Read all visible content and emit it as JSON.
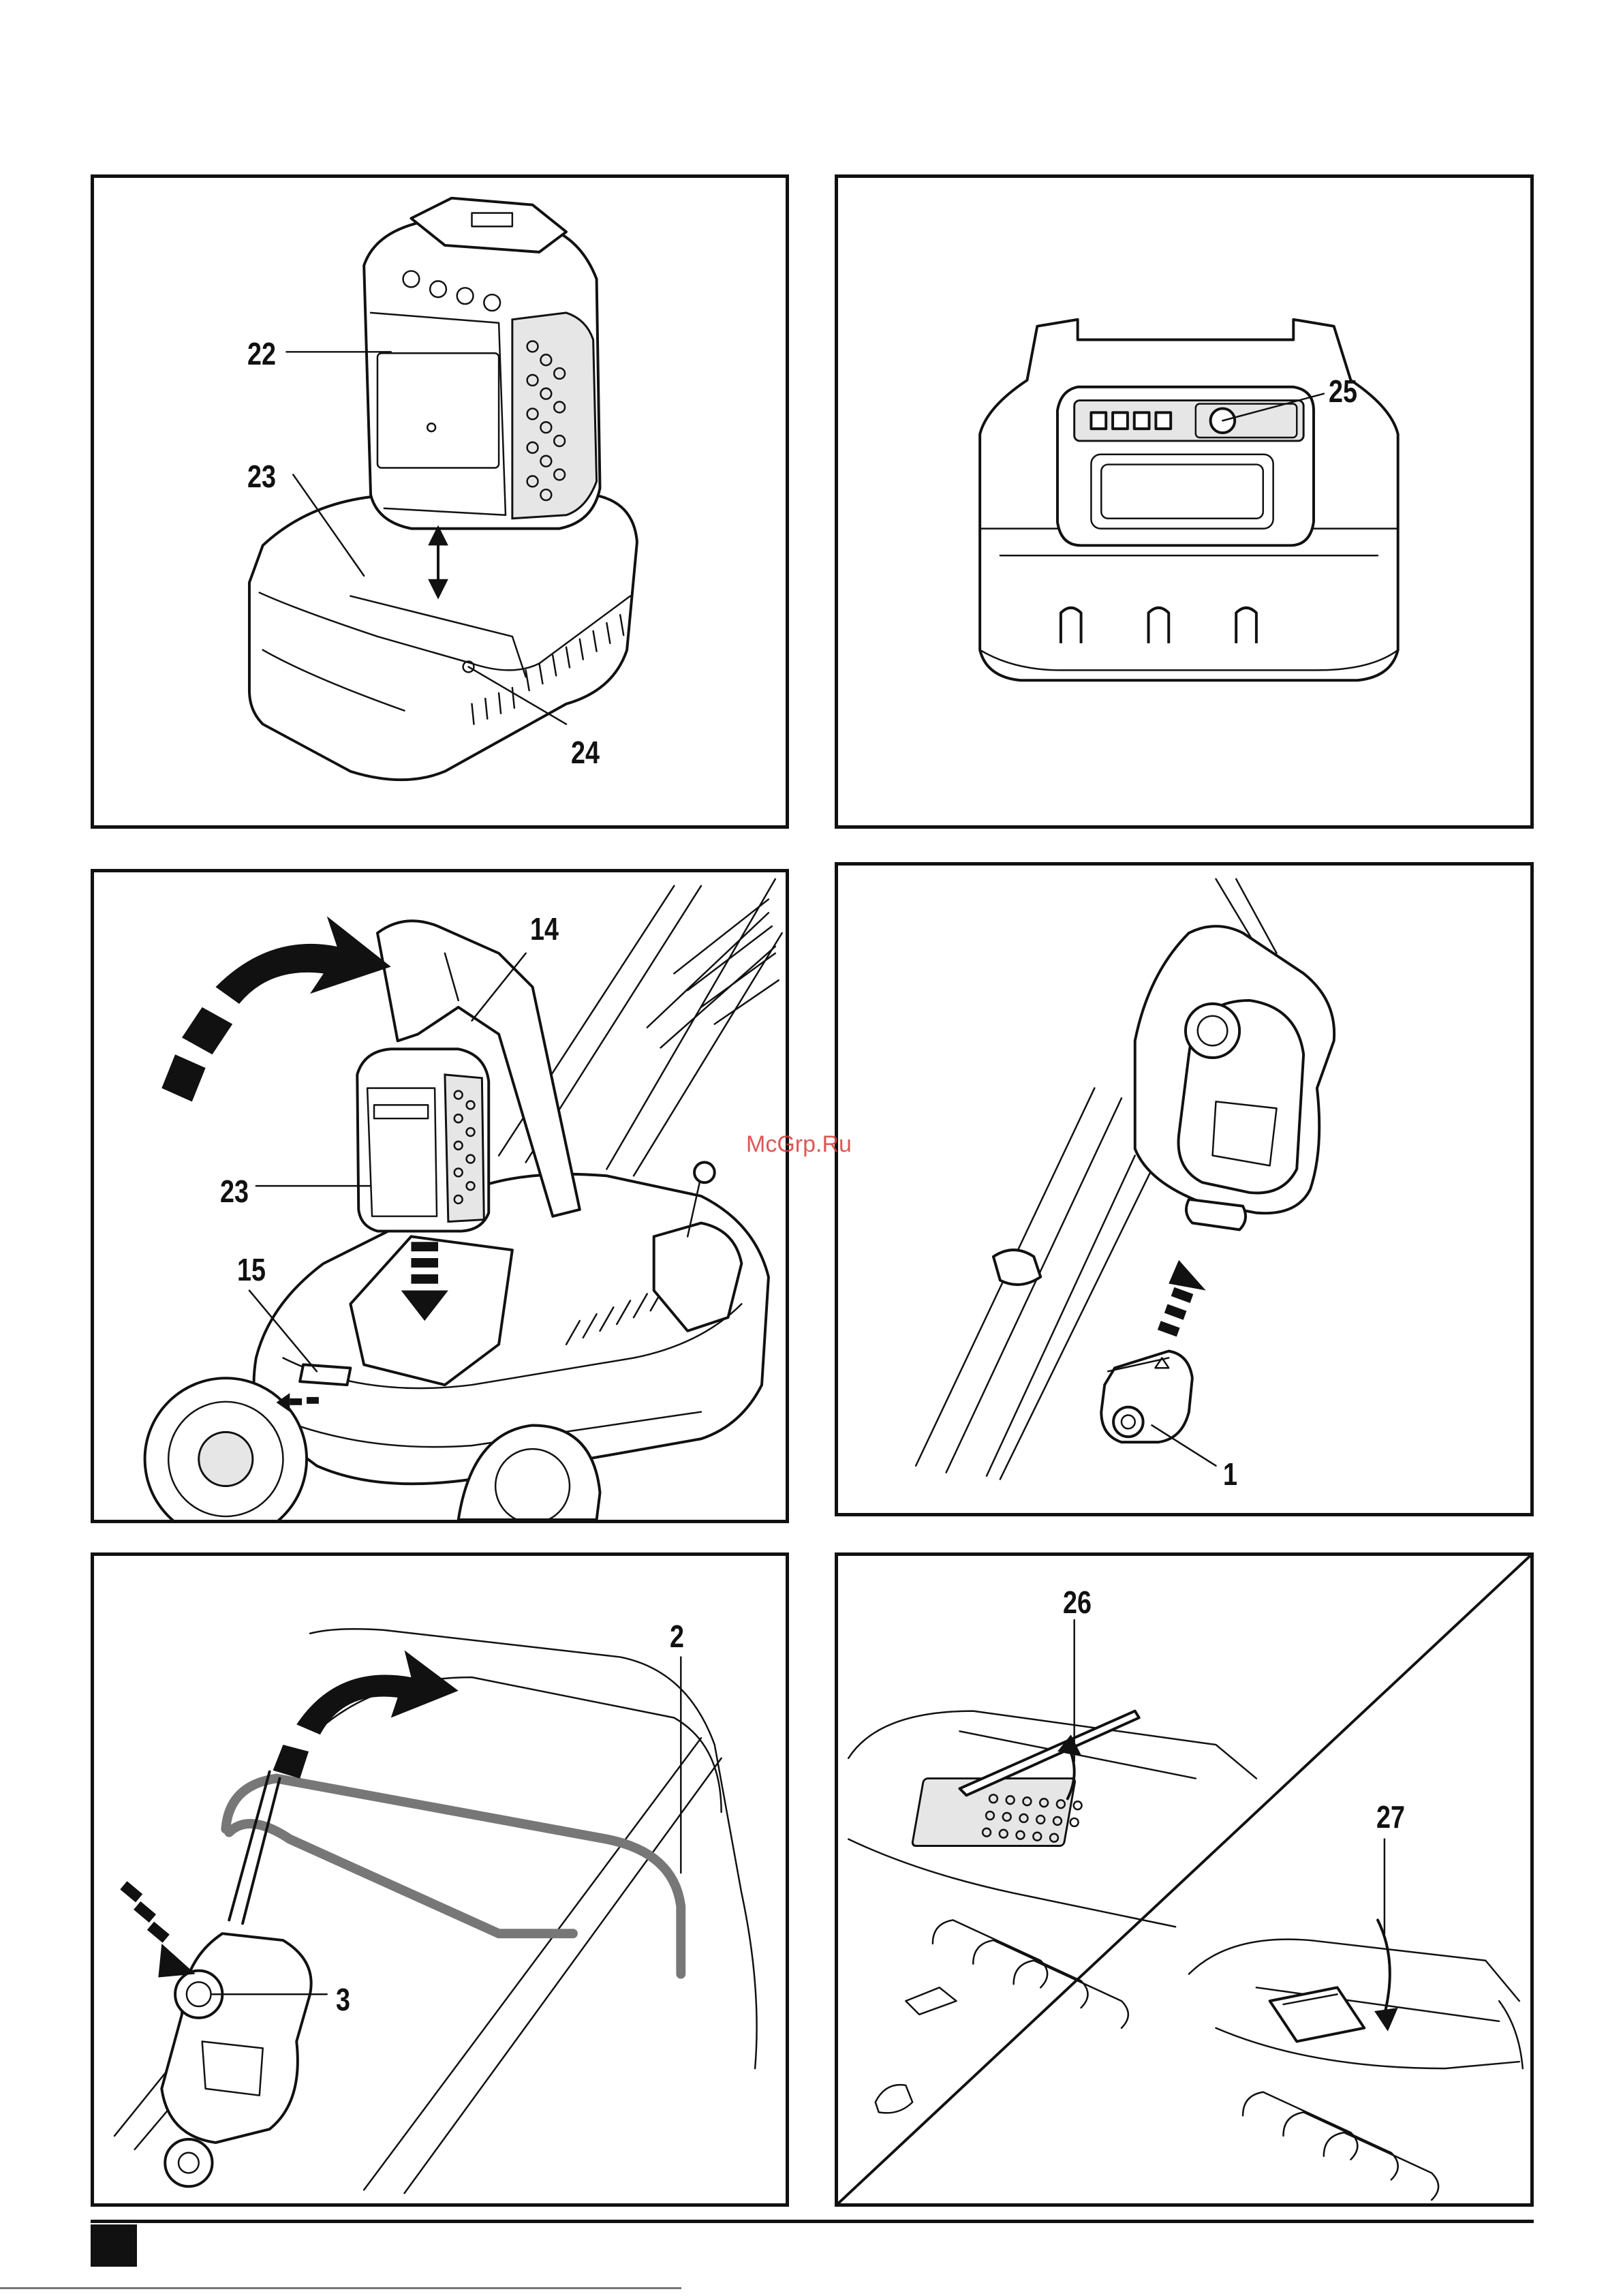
{
  "figures": [
    {
      "id": "fig1",
      "labels": [
        "22",
        "23",
        "24"
      ],
      "icon": "battery-on-charger"
    },
    {
      "id": "fig2",
      "labels": [
        "25"
      ],
      "icon": "battery-charge-indicator"
    },
    {
      "id": "fig3",
      "labels": [
        "14",
        "23",
        "15"
      ],
      "icon": "battery-inserted-in-mower"
    },
    {
      "id": "fig4",
      "labels": [
        "1"
      ],
      "icon": "safety-key-insert"
    },
    {
      "id": "fig5",
      "labels": [
        "2",
        "3"
      ],
      "icon": "switch-lock-and-bail-bar"
    },
    {
      "id": "fig6",
      "labels": [
        "26",
        "27"
      ],
      "icon": "cutting-height-indicator"
    }
  ],
  "watermark": "McGrp.Ru",
  "colors": {
    "line": "#111111",
    "watermark": "#d93a3a",
    "background": "#ffffff"
  }
}
